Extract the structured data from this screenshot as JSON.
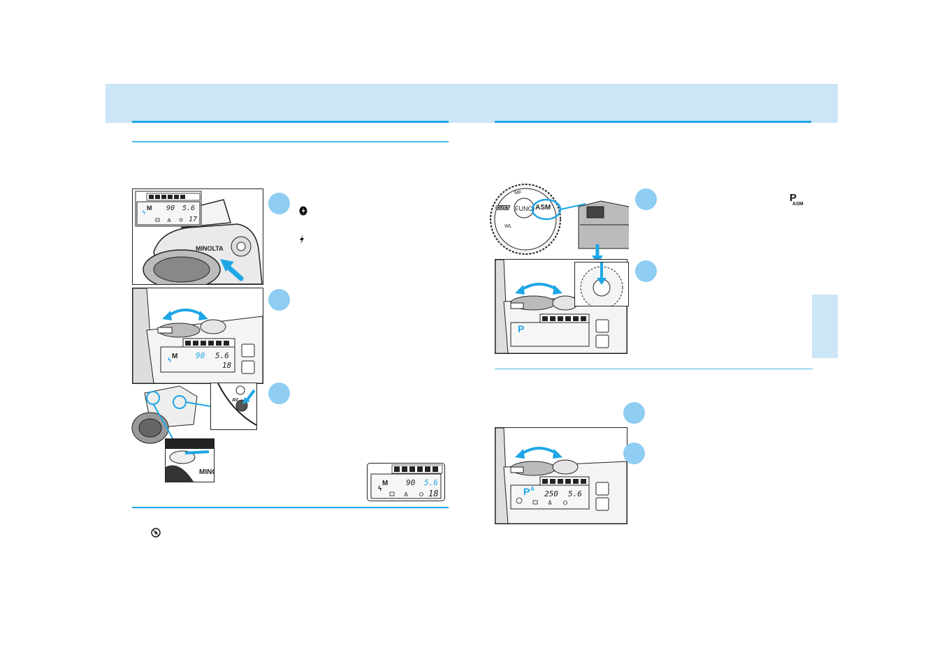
{
  "colors": {
    "band": "#cce6f8",
    "accent": "#1ea6e6",
    "step_circle": "#8fcdf3",
    "lcd": "#2aa8e8"
  },
  "left": {
    "figure1_lcd": {
      "mode": "M",
      "shutter": "90",
      "aperture": "5.6",
      "frame": "17"
    },
    "figure2_lcd": {
      "mode": "M",
      "shutter": "90",
      "aperture": "5.6",
      "frame": "18"
    },
    "figure3_label": "AV",
    "figure3_grip_text": "MING",
    "figure4_lcd": {
      "mode": "M",
      "shutter": "90",
      "aperture": "5.6",
      "frame": "18"
    },
    "icons": {
      "step1_icon_a": "flash-off-icon",
      "step1_icon_b": "flash-icon",
      "footer_icon": "flash-cancel-icon"
    }
  },
  "right": {
    "dial_labels": {
      "func": "FUNC",
      "asm": "ASM",
      "cust": "CUST",
      "mf": "MF",
      "wl": "WL"
    },
    "step1_symbol": {
      "main": "P",
      "sub": "ASM"
    },
    "figure2_lcd": {
      "mode": "P"
    },
    "figure3_lcd": {
      "mode": "P",
      "mode_suffix": "A",
      "shutter": "250",
      "aperture": "5.6"
    }
  }
}
